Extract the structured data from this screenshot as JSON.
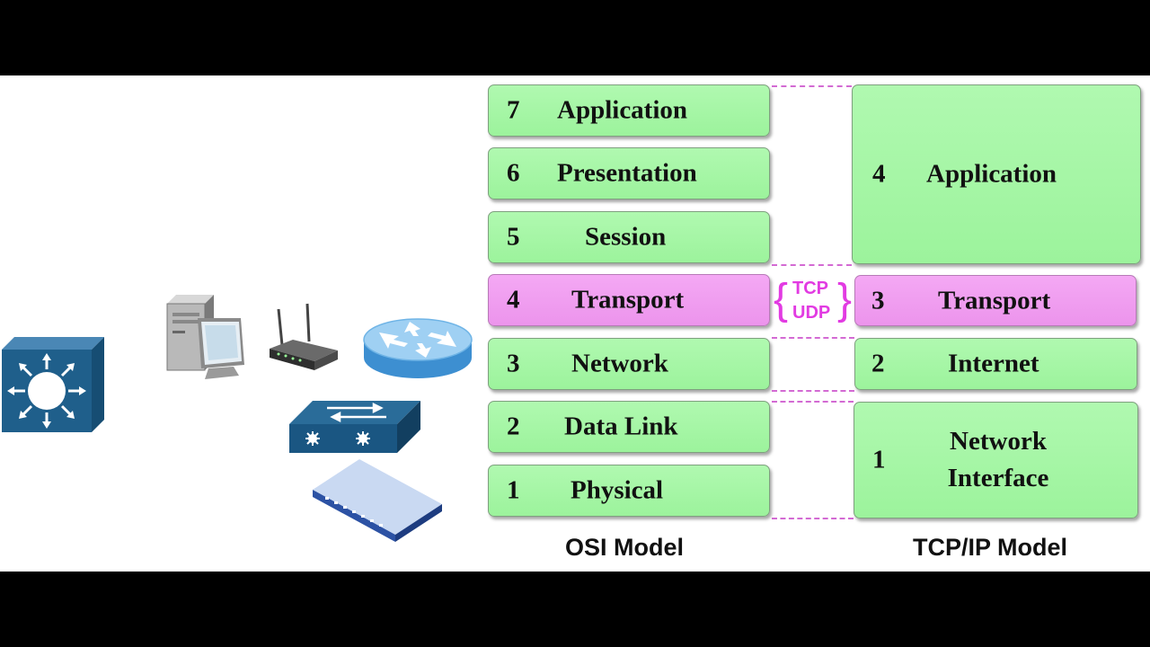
{
  "osi_model": {
    "label": "OSI Model",
    "layers": [
      {
        "num": "7",
        "name": "Application"
      },
      {
        "num": "6",
        "name": "Presentation"
      },
      {
        "num": "5",
        "name": "Session"
      },
      {
        "num": "4",
        "name": "Transport"
      },
      {
        "num": "3",
        "name": "Network"
      },
      {
        "num": "2",
        "name": "Data Link"
      },
      {
        "num": "1",
        "name": "Physical"
      }
    ]
  },
  "tcpip_model": {
    "label": "TCP/IP Model",
    "layers": [
      {
        "num": "4",
        "name": "Application"
      },
      {
        "num": "3",
        "name": "Transport"
      },
      {
        "num": "2",
        "name": "Internet"
      },
      {
        "num": "1",
        "name": "Network Interface"
      }
    ]
  },
  "transport_protocols": [
    "TCP",
    "UDP"
  ],
  "colors": {
    "layer_green": "#9cf39c",
    "layer_pink": "#ec94ec",
    "protocol_magenta": "#e23be2",
    "device_blue": "#1f5f8b"
  },
  "icons": [
    "layer3-switch-icon",
    "workstation-icon",
    "wireless-router-icon",
    "router-icon",
    "switch-icon",
    "hub-icon"
  ]
}
